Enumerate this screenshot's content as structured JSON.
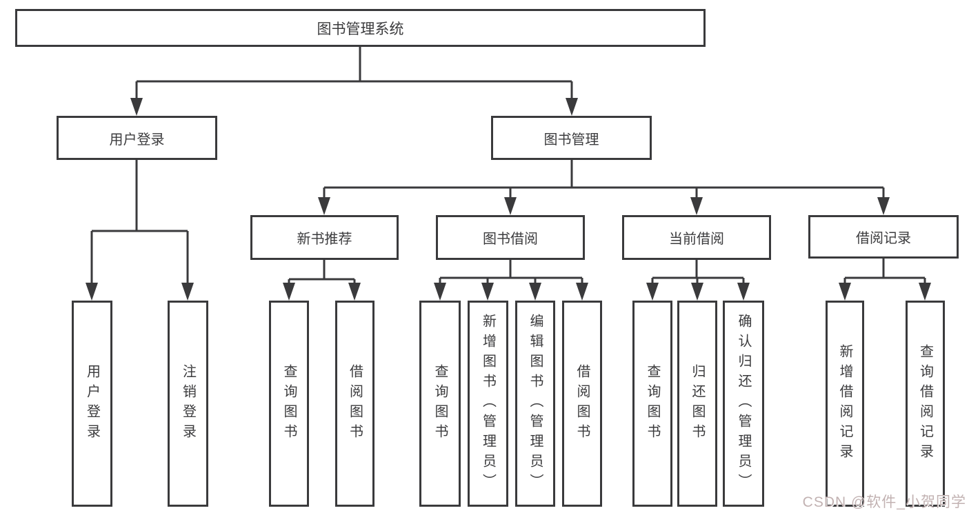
{
  "diagram_title": "图书管理系统",
  "nodes": {
    "root": "图书管理系统",
    "user_login": "用户登录",
    "book_mgmt": "图书管理",
    "new_book_rec": "新书推荐",
    "book_borrow": "图书借阅",
    "current_borrow": "当前借阅",
    "borrow_records": "借阅记录",
    "ul_user_login": "用户登录",
    "ul_logout": "注销登录",
    "nb_query_books": "查询图书",
    "nb_borrow_books": "借阅图书",
    "bb_query_books": "查询图书",
    "bb_add_books": "新增图书（管理员）",
    "bb_edit_books": "编辑图书（管理员）",
    "bb_borrow_books": "借阅图书",
    "cb_query_books": "查询图书",
    "cb_return_books": "归还图书",
    "cb_confirm_return": "确认归还（管理员）",
    "br_add_record": "新增借阅记录",
    "br_query_record": "查询借阅记录"
  },
  "edges": [
    {
      "from": "图书管理系统",
      "to": "用户登录"
    },
    {
      "from": "图书管理系统",
      "to": "图书管理"
    },
    {
      "from": "用户登录",
      "to": "用户登录"
    },
    {
      "from": "用户登录",
      "to": "注销登录"
    },
    {
      "from": "图书管理",
      "to": "新书推荐"
    },
    {
      "from": "图书管理",
      "to": "图书借阅"
    },
    {
      "from": "图书管理",
      "to": "当前借阅"
    },
    {
      "from": "图书管理",
      "to": "借阅记录"
    },
    {
      "from": "新书推荐",
      "to": "查询图书"
    },
    {
      "from": "新书推荐",
      "to": "借阅图书"
    },
    {
      "from": "图书借阅",
      "to": "查询图书"
    },
    {
      "from": "图书借阅",
      "to": "新增图书（管理员）"
    },
    {
      "from": "图书借阅",
      "to": "编辑图书（管理员）"
    },
    {
      "from": "图书借阅",
      "to": "借阅图书"
    },
    {
      "from": "当前借阅",
      "to": "查询图书"
    },
    {
      "from": "当前借阅",
      "to": "归还图书"
    },
    {
      "from": "当前借阅",
      "to": "确认归还（管理员）"
    },
    {
      "from": "借阅记录",
      "to": "新增借阅记录"
    },
    {
      "from": "借阅记录",
      "to": "查询借阅记录"
    }
  ],
  "watermark": "CSDN @软件_小贺同学",
  "colors": {
    "line": "#3a3a3c",
    "text": "#3b3b3d",
    "watermark": "#c2b2b2",
    "background": "#ffffff"
  }
}
